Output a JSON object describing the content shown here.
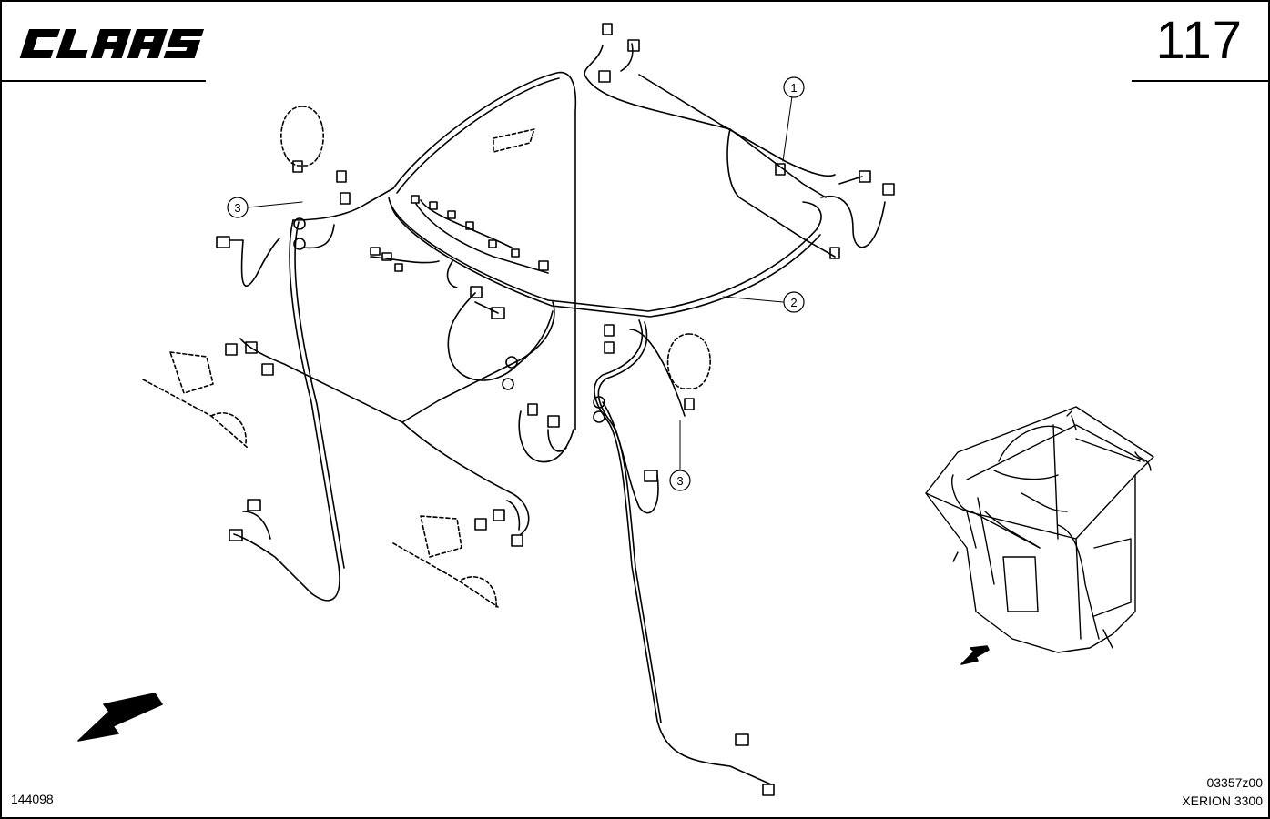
{
  "header": {
    "brand": "CLAAS",
    "page_number": "117"
  },
  "footer": {
    "doc_id": "144098",
    "drawing_code": "03357z00",
    "model": "XERION 3300"
  },
  "callouts": [
    {
      "label": "1"
    },
    {
      "label": "2"
    },
    {
      "label": "3"
    },
    {
      "label": "3"
    }
  ],
  "colors": {
    "line": "#000000",
    "background": "#ffffff"
  }
}
